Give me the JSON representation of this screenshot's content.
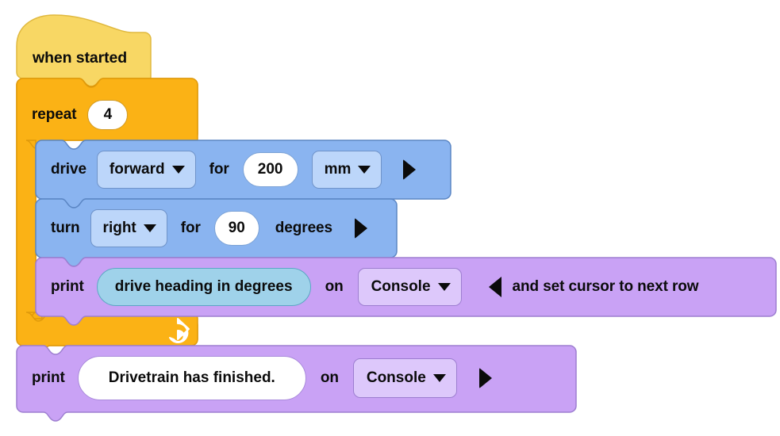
{
  "workspace": {
    "background_color": "#ffffff",
    "palette": {
      "event_block": "#f8d764",
      "event_block_stroke": "#e0b93f",
      "control_block": "#fbb215",
      "control_block_stroke": "#e09a0b",
      "drivetrain_block": "#8ab4f0",
      "drivetrain_block_stroke": "#5b86c4",
      "console_block": "#c9a2f5",
      "console_block_stroke": "#9d7ed0",
      "reporter_block": "#9fd2ea",
      "reporter_block_stroke": "#5ba7c4",
      "field_blue": "#bcd6fa",
      "field_purple": "#ddc8fb",
      "input_white": "#ffffff",
      "text": "#0b0b0b"
    }
  },
  "script": {
    "hat": {
      "label": "when started",
      "icon": "hat-block"
    },
    "repeat": {
      "label": "repeat",
      "count": "4",
      "loop_icon": "loop-arrow-icon"
    },
    "drive": {
      "label": "drive",
      "direction": "forward",
      "direction_caret": "chevron-down-icon",
      "for_label": "for",
      "distance": "200",
      "units": "mm",
      "units_caret": "chevron-down-icon",
      "expand_arrow": "triangle-right-icon"
    },
    "turn": {
      "label": "turn",
      "direction": "right",
      "direction_caret": "chevron-down-icon",
      "for_label": "for",
      "amount": "90",
      "units_label": "degrees",
      "expand_arrow": "triangle-right-icon"
    },
    "print_heading": {
      "label": "print",
      "reporter": "drive heading in degrees",
      "on_label": "on",
      "target": "Console",
      "target_caret": "chevron-down-icon",
      "collapse_arrow": "triangle-left-icon",
      "suffix": "and set cursor to next row"
    },
    "print_message": {
      "label": "print",
      "message": "Drivetrain has finished.",
      "on_label": "on",
      "target": "Console",
      "target_caret": "chevron-down-icon",
      "expand_arrow": "triangle-right-icon"
    }
  }
}
